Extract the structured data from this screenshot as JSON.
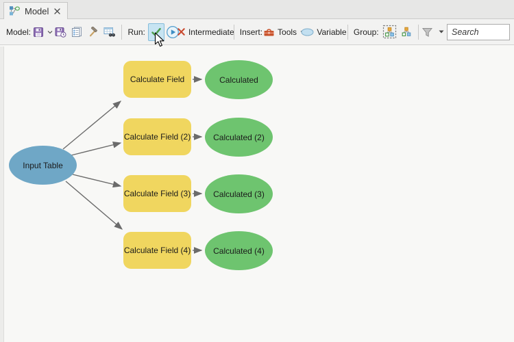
{
  "tab": {
    "title": "Model"
  },
  "toolbar": {
    "model_label": "Model:",
    "run_label": "Run:",
    "intermediate_label": "Intermediate",
    "insert_label": "Insert:",
    "tools_label": "Tools",
    "variable_label": "Variable",
    "group_label": "Group:",
    "search_placeholder": "Search"
  },
  "icons": {
    "tab_icon": "modelbuilder-icon",
    "model_group": [
      "save-icon",
      "save-as-icon",
      "properties-icon",
      "hammer-icon",
      "find-in-model-icon"
    ],
    "run_group": [
      "validate-check-icon",
      "run-play-icon",
      "delete-intermediate-x-icon"
    ],
    "insert_group": [
      "toolbox-icon",
      "variable-ellipse-icon"
    ],
    "group_group": [
      "group-icon",
      "ungroup-icon"
    ],
    "filter": "filter-funnel-icon",
    "close": "close-icon"
  },
  "diagram": {
    "colors": {
      "input": "#6FA7C6",
      "tool": "#F0D65F",
      "output": "#6EC46F",
      "wire": "#6B6B6B"
    },
    "input_label": "Input Table",
    "rows": [
      {
        "tool": "Calculate Field",
        "output": "Calculated"
      },
      {
        "tool": "Calculate Field (2)",
        "output": "Calculated (2)"
      },
      {
        "tool": "Calculate Field (3)",
        "output": "Calculated (3)"
      },
      {
        "tool": "Calculate Field (4)",
        "output": "Calculated (4)"
      }
    ]
  }
}
